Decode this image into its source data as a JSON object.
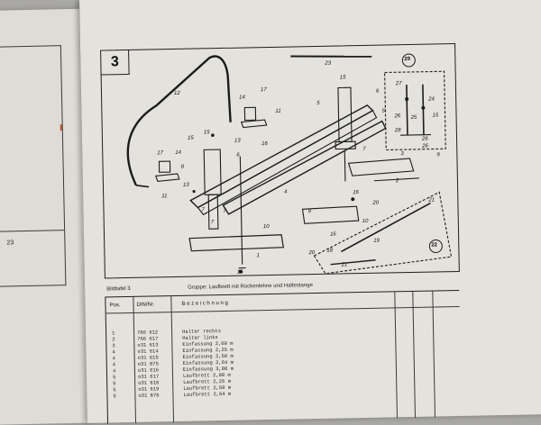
{
  "plate": {
    "number": "3",
    "caption_left": "Bildtafel 3",
    "caption_group": "Gruppe: Laufbrett mit Rückenlehne und Haltestange"
  },
  "left_page": {
    "fragment_number": "23"
  },
  "callouts": {
    "c23": "23",
    "c29": "29",
    "c22": "22",
    "c12": "12",
    "c14a": "14",
    "c17a": "17",
    "c11a": "11",
    "c13a": "13",
    "c16a": "16",
    "c15a": "15",
    "c15b": "15",
    "c6a": "6",
    "c5a": "5",
    "c5b": "5",
    "c6b": "6",
    "c7a": "7",
    "c3": "3",
    "c2": "2",
    "c16b": "16",
    "c9": "9",
    "c10a": "10",
    "c10b": "10",
    "c1": "1",
    "c16c": "16",
    "c16d": "16",
    "c17b": "17",
    "c14b": "14",
    "c8": "8",
    "c13b": "13",
    "c11b": "11",
    "c4": "4",
    "c15c": "15",
    "c7b": "7",
    "c7c": "7",
    "c7d": "7",
    "c20a": "20",
    "c21a": "21",
    "c19": "19",
    "c20b": "20",
    "c18": "18",
    "c21b": "21",
    "c27": "27",
    "c24": "24",
    "c26a": "26",
    "c25": "25",
    "c15d": "15",
    "c26b": "26",
    "c26c": "26",
    "c28": "28",
    "c9b": "9"
  },
  "table": {
    "headers": {
      "pos": "Pos.",
      "din": "DIN/Nr.",
      "bez": "B e z e i c h n u n g"
    },
    "rows": [
      {
        "pos": "1",
        "din": "766 612",
        "bez": "Halter rechts"
      },
      {
        "pos": "2",
        "din": "766 617",
        "bez": "Halter links"
      },
      {
        "pos": "3",
        "din": "o31 613",
        "bez": "Einfassung 2,00 m"
      },
      {
        "pos": "4",
        "din": "o31 614",
        "bez": "Einfassung 2,25 m"
      },
      {
        "pos": "4",
        "din": "o31 615",
        "bez": "Einfassung 2,50 m"
      },
      {
        "pos": "4",
        "din": "o31 875",
        "bez": "Einfassung 2,64 m"
      },
      {
        "pos": "4",
        "din": "o31 616",
        "bez": "Einfassung 3,00 m"
      },
      {
        "pos": "5",
        "din": "o31 617",
        "bez": "Laufbrett 2,00 m"
      },
      {
        "pos": "5",
        "din": "o31 618",
        "bez": "Laufbrett 2,25 m"
      },
      {
        "pos": "5",
        "din": "o31 619",
        "bez": "Laufbrett 2,50 m"
      },
      {
        "pos": "5",
        "din": "o31 876",
        "bez": "Laufbrett 2,64 m"
      }
    ]
  }
}
